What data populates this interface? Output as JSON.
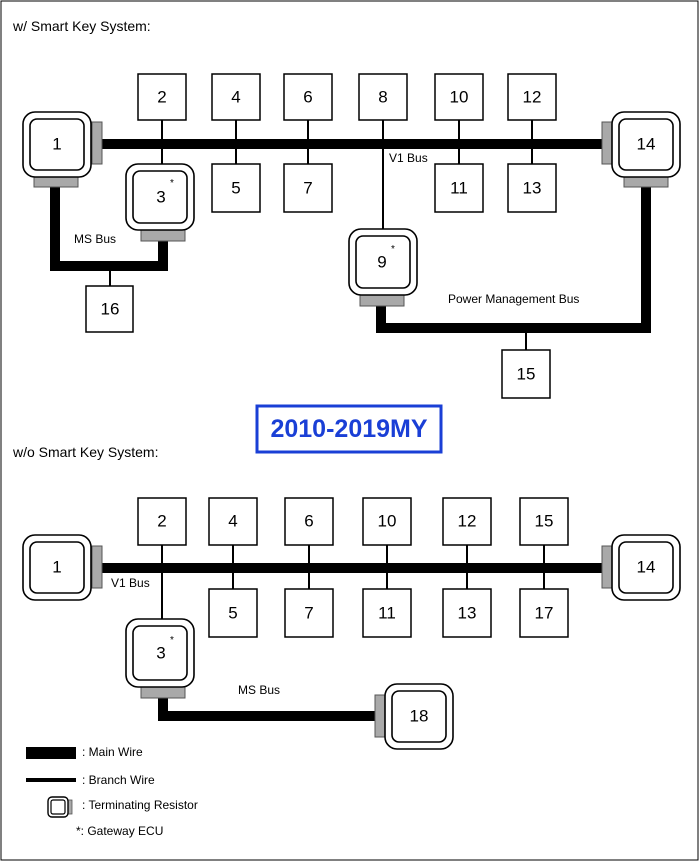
{
  "section_top": "w/ Smart Key System:",
  "section_bottom": "w/o Smart Key System:",
  "year_badge": "2010-2019MY",
  "top": {
    "terminating": [
      "1",
      "14"
    ],
    "gateways": [
      {
        "num": "3",
        "mark": "*"
      },
      {
        "num": "9",
        "mark": "*"
      }
    ],
    "nodes_above": [
      "2",
      "4",
      "6",
      "8",
      "10",
      "12"
    ],
    "nodes_below": [
      "5",
      "7",
      "11",
      "13"
    ],
    "other_nodes": [
      "16",
      "15"
    ],
    "bus_labels": {
      "v1": "V1 Bus",
      "ms": "MS Bus",
      "power": "Power Management Bus"
    }
  },
  "bottom": {
    "terminating": [
      "1",
      "14",
      "18"
    ],
    "gateways": [
      {
        "num": "3",
        "mark": "*"
      }
    ],
    "nodes_above": [
      "2",
      "4",
      "6",
      "10",
      "12",
      "15"
    ],
    "nodes_below": [
      "5",
      "7",
      "11",
      "13",
      "17"
    ],
    "bus_labels": {
      "v1": "V1 Bus",
      "ms": "MS Bus"
    }
  },
  "legend": {
    "main_wire": ": Main Wire",
    "branch_wire": ": Branch Wire",
    "terminating_resistor": ": Terminating Resistor",
    "gateway": "*: Gateway ECU"
  }
}
